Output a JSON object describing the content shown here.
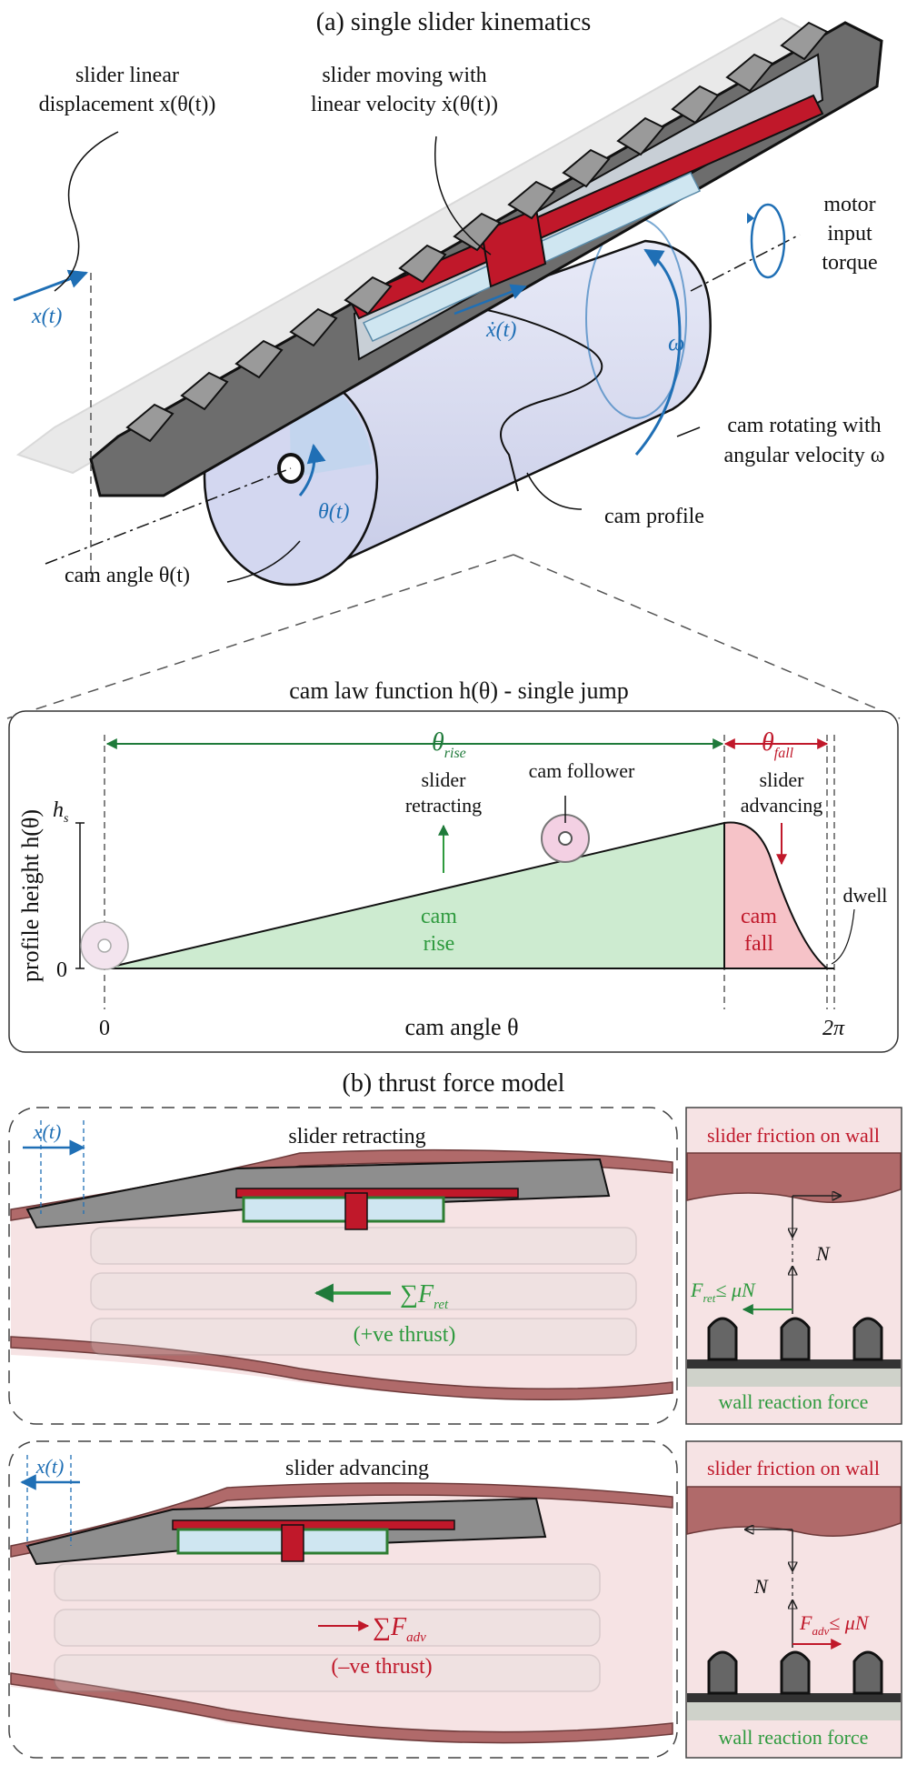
{
  "section_a": {
    "title": "(a) single slider kinematics",
    "labels": {
      "slider_linear_line1": "slider linear",
      "slider_linear_line2": "displacement x(θ(t))",
      "slider_moving_line1": "slider moving with",
      "slider_moving_line2": "linear velocity ẋ(θ(t))",
      "motor_line1": "motor",
      "motor_line2": "input",
      "motor_line3": "torque",
      "x_t": "x(t)",
      "xdot_t": "ẋ(t)",
      "omega": "ω",
      "cam_rotating_line1": "cam rotating with",
      "cam_rotating_line2": "angular velocity ω",
      "cam_profile": "cam profile",
      "theta_t": "θ(t)",
      "cam_angle": "cam angle θ(t)"
    }
  },
  "cam_law": {
    "title": "cam law function h(θ) - single jump",
    "theta_rise": "θ",
    "theta_rise_sub": "rise",
    "theta_fall": "θ",
    "theta_fall_sub": "fall",
    "slider_retracting_line1": "slider",
    "slider_retracting_line2": "retracting",
    "cam_follower": "cam follower",
    "slider_advancing_line1": "slider",
    "slider_advancing_line2": "advancing",
    "y_axis_label": "profile height h(θ)",
    "hs": "h",
    "hs_sub": "s",
    "zero_y": "0",
    "cam_rise_line1": "cam",
    "cam_rise_line2": "rise",
    "cam_fall_line1": "cam",
    "cam_fall_line2": "fall",
    "dwell": "dwell",
    "x_zero": "0",
    "x_axis_label": "cam angle θ",
    "x_end": "2π"
  },
  "section_b": {
    "title": "(b) thrust force model",
    "retracting": {
      "label": "slider retracting",
      "x_t": "x(t)",
      "force": "∑F",
      "force_sub": "ret",
      "thrust": "(+ve thrust)",
      "friction_label": "slider friction on wall",
      "normal": "N",
      "friction_eq": "F",
      "friction_eq_sub": "ret",
      "friction_eq_rest": "≤ μN",
      "reaction_label": "wall reaction force"
    },
    "advancing": {
      "label": "slider advancing",
      "x_t": "x(t)",
      "force": "∑F",
      "force_sub": "adv",
      "thrust": "(–ve thrust)",
      "friction_label": "slider friction on wall",
      "normal": "N",
      "friction_eq": "F",
      "friction_eq_sub": "adv",
      "friction_eq_rest": "≤ μN",
      "reaction_label": "wall reaction force"
    }
  },
  "colors": {
    "blue": "#1f6fb5",
    "green": "#2e9a3e",
    "red": "#c0182a",
    "rise_fill": "#cdebd0",
    "fall_fill": "#f6c3c8",
    "tissue": "#f6e3e4",
    "wall": "#b06a6a"
  }
}
